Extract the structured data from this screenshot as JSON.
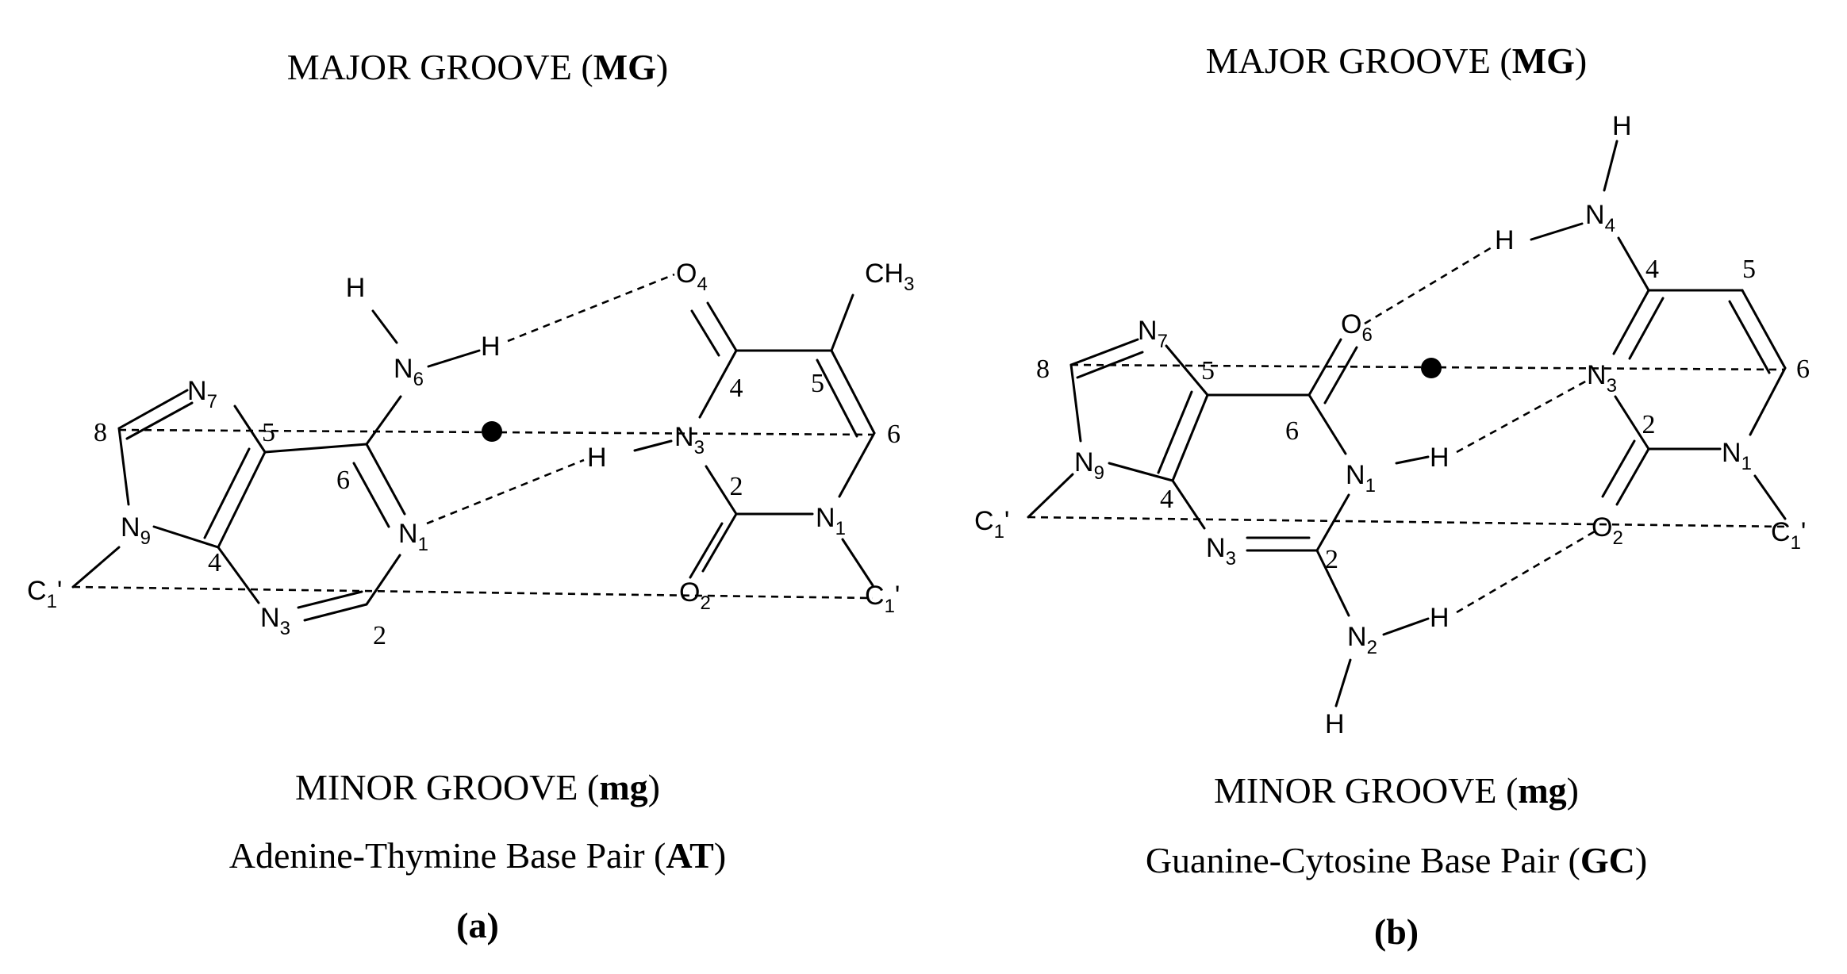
{
  "panel_a": {
    "major_groove": {
      "text": "MAJOR GROOVE (",
      "bold": "MG",
      "close": ")"
    },
    "minor_groove": {
      "text": "MINOR GROOVE (",
      "bold": "mg",
      "close": ")"
    },
    "title": {
      "text": "Adenine-Thymine Base Pair (",
      "bold": "AT",
      "close": ")"
    },
    "tag": "(a)",
    "atoms": {
      "H_top": "H",
      "N6": "N",
      "N6_sub": "6",
      "H6": "H",
      "N7": "N",
      "N7_sub": "7",
      "C8": "8",
      "C5": "5",
      "C6": "6",
      "N9": "N",
      "N9_sub": "9",
      "C4": "4",
      "N1": "N",
      "N1_sub": "1",
      "N3": "N",
      "N3_sub": "3",
      "C2": "2",
      "C1p": "C",
      "C1p_sub": "1",
      "C1p_prime": "'",
      "O4": "O",
      "O4_sub": "4",
      "CH3": "CH",
      "CH3_sub": "3",
      "T4": "4",
      "T5": "5",
      "T6": "6",
      "T_N3": "N",
      "T_N3_sub": "3",
      "T_H3": "H",
      "T2": "2",
      "T_N1": "N",
      "T_N1_sub": "1",
      "O2": "O",
      "O2_sub": "2",
      "T_C1p": "C",
      "T_C1p_sub": "1",
      "T_C1p_prime": "'"
    }
  },
  "panel_b": {
    "major_groove": {
      "text": "MAJOR GROOVE (",
      "bold": "MG",
      "close": ")"
    },
    "minor_groove": {
      "text": "MINOR GROOVE (",
      "bold": "mg",
      "close": ")"
    },
    "title": {
      "text": "Guanine-Cytosine Base Pair (",
      "bold": "GC",
      "close": ")"
    },
    "tag": "(b)",
    "atoms": {
      "H_top": "H",
      "N4": "N",
      "N4_sub": "4",
      "H4": "H",
      "C4": "4",
      "C5": "5",
      "C6": "6",
      "O6": "O",
      "O6_sub": "6",
      "N7": "N",
      "N7_sub": "7",
      "C8": "8",
      "G5": "5",
      "G6": "6",
      "N9": "N",
      "N9_sub": "9",
      "G4": "4",
      "N1": "N",
      "N1_sub": "1",
      "H1": "H",
      "N3": "N",
      "N3_sub": "3",
      "G2": "2",
      "C1p": "C",
      "C1p_sub": "1",
      "C1p_prime": "'",
      "N2": "N",
      "N2_sub": "2",
      "H2": "H",
      "H_bottom": "H",
      "C_N3": "N",
      "C_N3_sub": "3",
      "C2": "2",
      "C_N1": "N",
      "C_N1_sub": "1",
      "O2": "O",
      "O2_sub": "2",
      "C_C1p": "C",
      "C_C1p_sub": "1",
      "C_C1p_prime": "'"
    }
  }
}
